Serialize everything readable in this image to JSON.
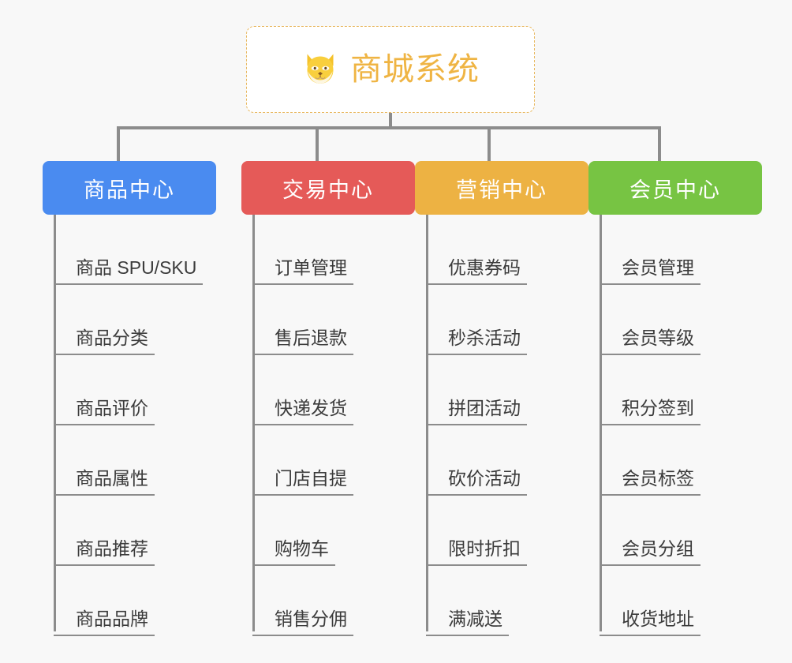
{
  "root": {
    "title": "商城系统",
    "icon": "shiba-dog-face-icon",
    "title_color": "#efb443",
    "border_color": "#e8b860",
    "background": "#ffffff"
  },
  "canvas": {
    "background": "#f8f8f8",
    "line_color": "#8c8c8c"
  },
  "columns": [
    {
      "label": "商品中心",
      "color": "#4a8bf0",
      "items": [
        {
          "label": "商品 SPU/SKU"
        },
        {
          "label": "商品分类"
        },
        {
          "label": "商品评价"
        },
        {
          "label": "商品属性"
        },
        {
          "label": "商品推荐"
        },
        {
          "label": "商品品牌"
        }
      ]
    },
    {
      "label": "交易中心",
      "color": "#e55a58",
      "items": [
        {
          "label": "订单管理"
        },
        {
          "label": "售后退款"
        },
        {
          "label": "快递发货"
        },
        {
          "label": "门店自提"
        },
        {
          "label": "购物车"
        },
        {
          "label": "销售分佣"
        }
      ]
    },
    {
      "label": "营销中心",
      "color": "#edb243",
      "items": [
        {
          "label": "优惠券码"
        },
        {
          "label": "秒杀活动"
        },
        {
          "label": "拼团活动"
        },
        {
          "label": "砍价活动"
        },
        {
          "label": "限时折扣"
        },
        {
          "label": "满减送"
        }
      ]
    },
    {
      "label": "会员中心",
      "color": "#77c443",
      "items": [
        {
          "label": "会员管理"
        },
        {
          "label": "会员等级"
        },
        {
          "label": "积分签到"
        },
        {
          "label": "会员标签"
        },
        {
          "label": "会员分组"
        },
        {
          "label": "收货地址"
        }
      ]
    }
  ]
}
